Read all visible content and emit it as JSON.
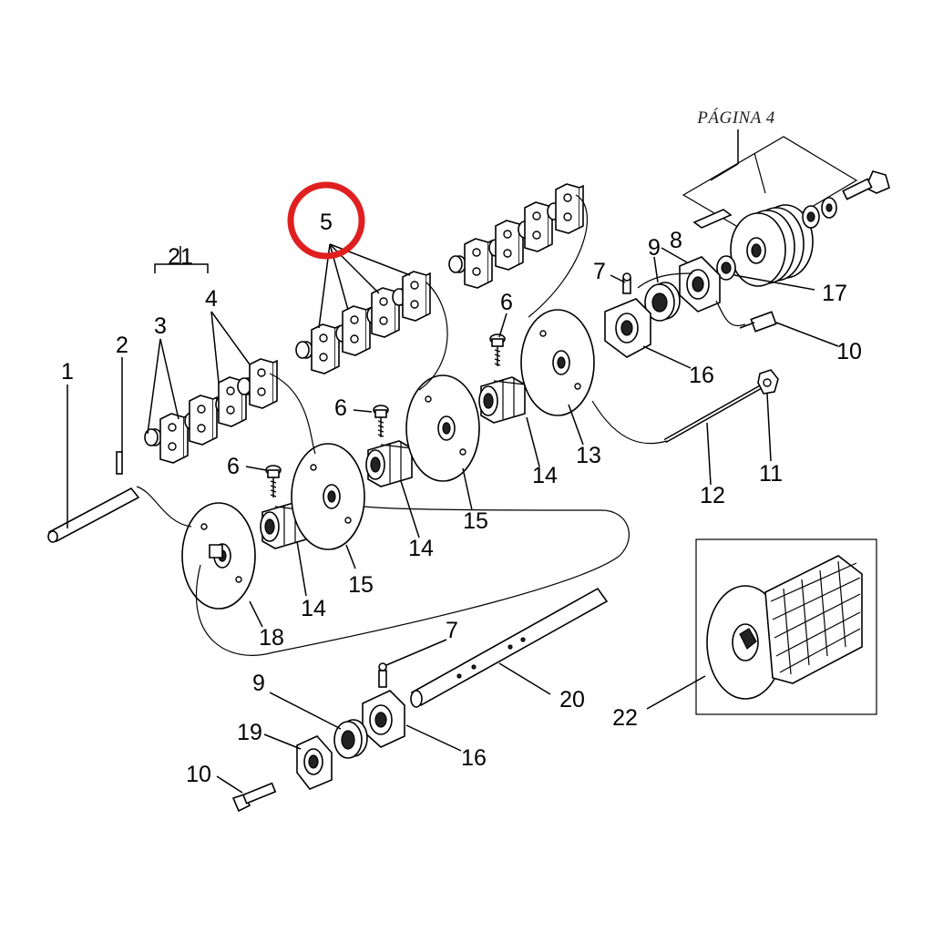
{
  "page_reference": "PÁGINA 4",
  "highlight_color": "#e02020",
  "highlighted_callout": "5",
  "callouts": {
    "c1": "1",
    "c2": "2",
    "c3": "3",
    "c4": "4",
    "c5": "5",
    "c6a": "6",
    "c6b": "6",
    "c6c": "6",
    "c7a": "7",
    "c7b": "7",
    "c8": "8",
    "c9a": "9",
    "c9b": "9",
    "c10a": "10",
    "c10b": "10",
    "c11": "11",
    "c12": "12",
    "c13": "13",
    "c14a": "14",
    "c14b": "14",
    "c14c": "14",
    "c15a": "15",
    "c15b": "15",
    "c16a": "16",
    "c16b": "16",
    "c17": "17",
    "c18": "18",
    "c19": "19",
    "c20": "20",
    "c21": "21",
    "c22": "22"
  }
}
